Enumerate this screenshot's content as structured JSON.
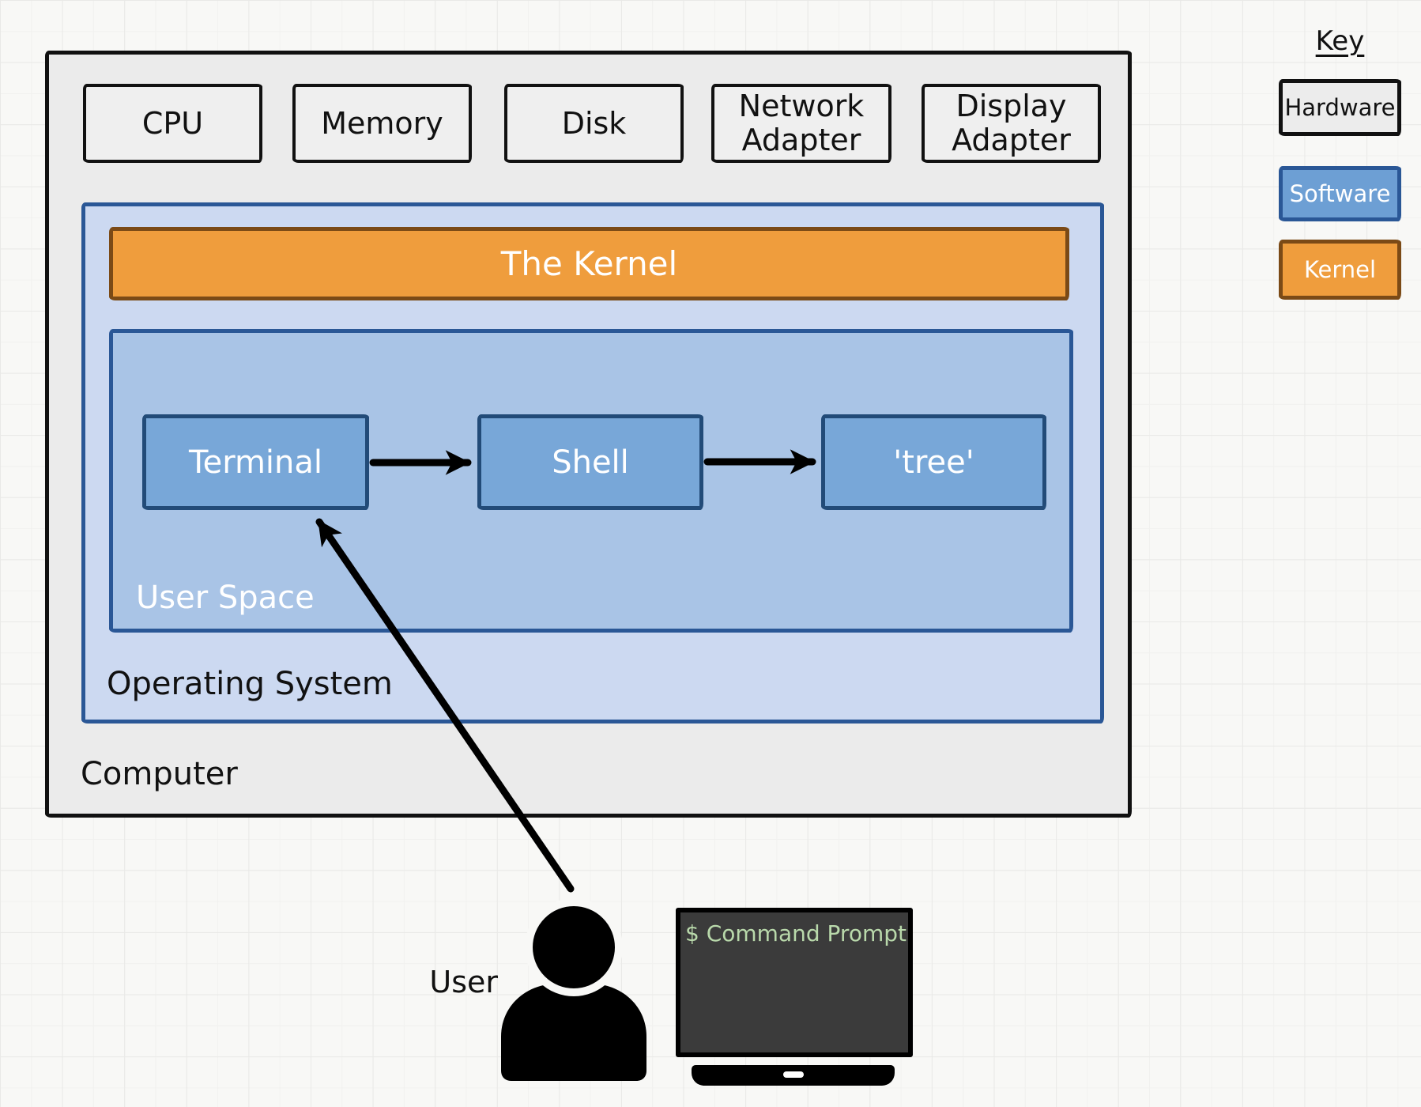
{
  "diagram": {
    "computer": {
      "label": "Computer"
    },
    "hardware": {
      "items": [
        "CPU",
        "Memory",
        "Disk",
        "Network Adapter",
        "Display Adapter"
      ]
    },
    "os": {
      "label": "Operating System"
    },
    "kernel": {
      "label": "The Kernel"
    },
    "user_space": {
      "label": "User Space",
      "processes": [
        "Terminal",
        "Shell",
        "'tree'"
      ]
    },
    "user": {
      "label": "User"
    },
    "monitor": {
      "screen_text": "$ Command Prompt"
    }
  },
  "key": {
    "title": "Key",
    "items": [
      {
        "label": "Hardware",
        "fill": "#ececec",
        "border": "#111111"
      },
      {
        "label": "Software",
        "fill": "#6d9fd4",
        "border": "#2a5796"
      },
      {
        "label": "Kernel",
        "fill": "#ef9d3d",
        "border": "#7b4a16"
      }
    ]
  },
  "colors": {
    "background": "#f8f8f6",
    "hardware_fill": "#ebebeb",
    "os_fill": "#ccd9f1",
    "user_space_fill": "#a9c4e6",
    "process_fill": "#78a7d8",
    "blue_border": "#2a5796",
    "process_border": "#224b78",
    "kernel_fill": "#ef9d3d",
    "kernel_border": "#7b4a16",
    "screen_dark": "#3b3b3b",
    "prompt_green": "#b9d9ab",
    "ink": "#111111"
  }
}
